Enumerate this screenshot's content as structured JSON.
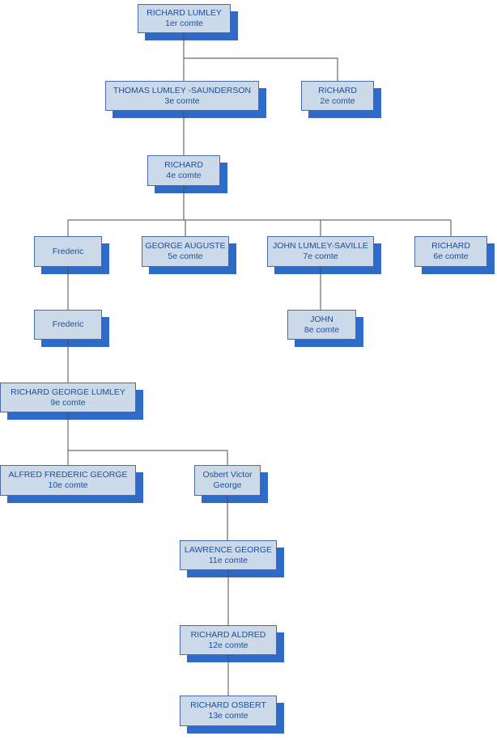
{
  "diagram": {
    "type": "family-tree",
    "nodes": [
      {
        "name": "RICHARD LUMLEY",
        "subtitle": "1er comte"
      },
      {
        "name": "THOMAS LUMLEY -SAUNDERSON",
        "subtitle": "3e comte"
      },
      {
        "name": "RICHARD",
        "subtitle": "2e comte"
      },
      {
        "name": "RICHARD",
        "subtitle": "4e comte"
      },
      {
        "name": "Frederic",
        "subtitle": ""
      },
      {
        "name": "GEORGE AUGUSTE",
        "subtitle": "5e comte"
      },
      {
        "name": "JOHN LUMLEY-SAVILLE",
        "subtitle": "7e comte"
      },
      {
        "name": "RICHARD",
        "subtitle": "6e comte"
      },
      {
        "name": "Frederic",
        "subtitle": ""
      },
      {
        "name": "JOHN",
        "subtitle": "8e comte"
      },
      {
        "name": "RICHARD GEORGE LUMLEY",
        "subtitle": "9e comte"
      },
      {
        "name": "ALFRED FREDERIC GEORGE",
        "subtitle": "10e comte"
      },
      {
        "name": "Osbert Victor George",
        "subtitle": ""
      },
      {
        "name": "LAWRENCE GEORGE",
        "subtitle": "11e comte"
      },
      {
        "name": "RICHARD ALDRED",
        "subtitle": "12e comte"
      },
      {
        "name": "RICHARD OSBERT",
        "subtitle": "13e comte"
      }
    ],
    "colors": {
      "node_fill": "#ccd9e9",
      "node_border": "#4a6aa5",
      "node_text": "#1c4f9c",
      "node_shadow": "#2e6ac8",
      "connector_line": "#4d4d4d"
    }
  }
}
